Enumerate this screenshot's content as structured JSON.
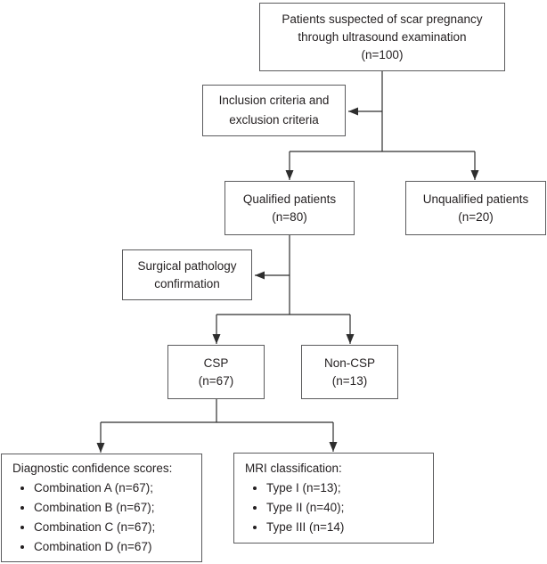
{
  "colors": {
    "background": "#ffffff",
    "box_border": "#5b5b5d",
    "connector": "#2e2e2e",
    "text": "#231f20"
  },
  "nodes": {
    "suspected": {
      "line1": "Patients suspected of scar pregnancy",
      "line2": "through ultrasound examination",
      "line3": "(n=100)"
    },
    "criteria": {
      "line1": "Inclusion criteria and",
      "line2": "exclusion criteria"
    },
    "qualified": {
      "line1": "Qualified patients",
      "line2": "(n=80)"
    },
    "unqualified": {
      "line1": "Unqualified patients",
      "line2": "(n=20)"
    },
    "surgical": {
      "line1": "Surgical pathology",
      "line2": "confirmation"
    },
    "csp": {
      "line1": "CSP",
      "line2": "(n=67)"
    },
    "non_csp": {
      "line1": "Non-CSP",
      "line2": "(n=13)"
    },
    "diagnostic": {
      "title": "Diagnostic confidence scores:",
      "items": [
        "Combination A (n=67);",
        "Combination B (n=67);",
        "Combination C (n=67);",
        "Combination D (n=67)"
      ]
    },
    "mri": {
      "title": "MRI classification:",
      "items": [
        "Type I (n=13);",
        "Type II (n=40);",
        "Type III (n=14)"
      ]
    }
  }
}
